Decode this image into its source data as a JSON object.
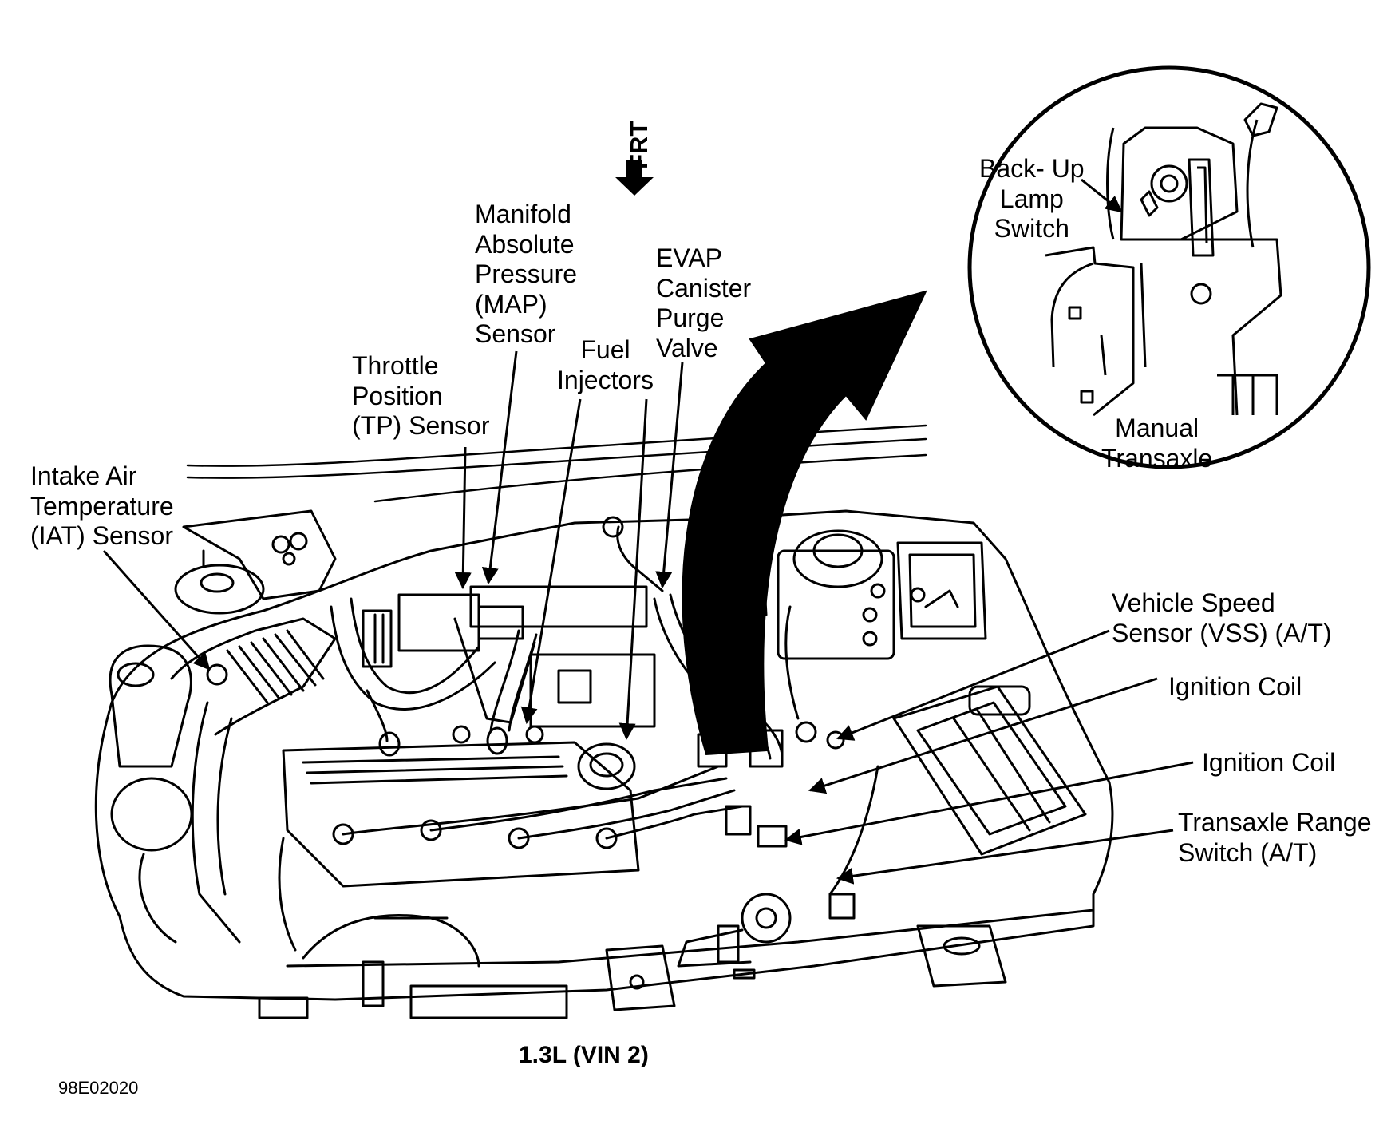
{
  "diagram": {
    "direction_marker": "FRT",
    "caption": "1.3L (VIN 2)",
    "figure_id": "98E02020",
    "colors": {
      "ink": "#000000",
      "paper": "#ffffff"
    },
    "labels": {
      "iat_sensor": [
        "Intake Air",
        "Temperature",
        "(IAT) Sensor"
      ],
      "tp_sensor": [
        "Throttle",
        "Position",
        "(TP) Sensor"
      ],
      "map_sensor": [
        "Manifold",
        "Absolute",
        "Pressure",
        "(MAP)",
        "Sensor"
      ],
      "fuel_injectors": [
        "Fuel",
        "Injectors"
      ],
      "evap_valve": [
        "EVAP",
        "Canister",
        "Purge",
        "Valve"
      ],
      "backup_lamp_switch": [
        "Back- Up",
        "Lamp",
        "Switch"
      ],
      "manual_transaxle": [
        "Manual",
        "Transaxle"
      ],
      "vss": [
        "Vehicle Speed",
        "Sensor (VSS) (A/T)"
      ],
      "ignition_coil_1": [
        "Ignition Coil"
      ],
      "ignition_coil_2": [
        "Ignition Coil"
      ],
      "transaxle_range_switch": [
        "Transaxle Range",
        "Switch (A/T)"
      ]
    }
  }
}
